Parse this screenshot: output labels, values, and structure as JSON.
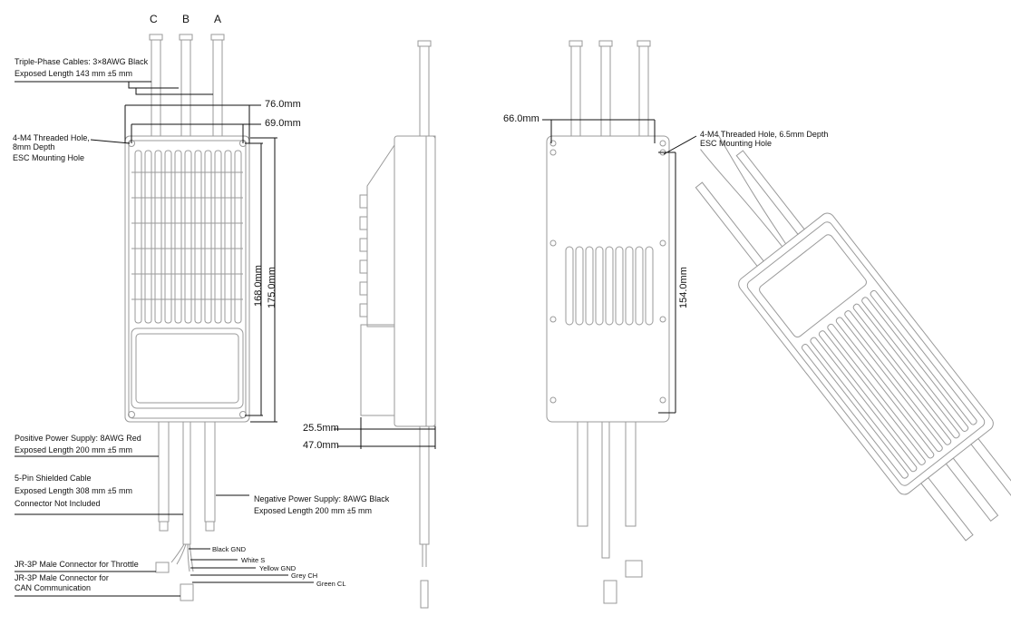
{
  "phase_labels": [
    "C",
    "B",
    "A"
  ],
  "front_view": {
    "triple_phase": [
      "Triple-Phase Cables: 3×8AWG Black",
      "Exposed Length 143 mm ±5 mm"
    ],
    "width_outer": "76.0mm",
    "width_holes": "69.0mm",
    "hole_note": [
      "4-M4 Threaded Hole,",
      "8mm Depth",
      "ESC Mounting Hole"
    ],
    "height_holes": "168.0mm",
    "height_outer": "175.0mm",
    "positive": [
      "Positive Power Supply: 8AWG Red",
      "Exposed Length 200 mm ±5 mm"
    ],
    "shielded": [
      "5-Pin Shielded Cable",
      "Exposed Length 308 mm ±5 mm",
      "Connector Not Included"
    ],
    "negative": [
      "Negative Power Supply: 8AWG Black",
      "Exposed Length 200 mm ±5 mm"
    ],
    "wires": [
      "Black GND",
      "White S",
      "Yellow GND",
      "Grey CH",
      "Green CL"
    ],
    "throttle_connector": "JR-3P Male Connector for Throttle",
    "can_connector": [
      "JR-3P Male Connector for",
      "CAN Communication"
    ]
  },
  "side_view": {
    "thickness_body": "25.5mm",
    "thickness_total": "47.0mm"
  },
  "back_view": {
    "width_holes": "66.0mm",
    "hole_note": [
      "4-M4 Threaded Hole, 6.5mm Depth",
      "ESC Mounting Hole"
    ],
    "height_holes": "154.0mm"
  }
}
